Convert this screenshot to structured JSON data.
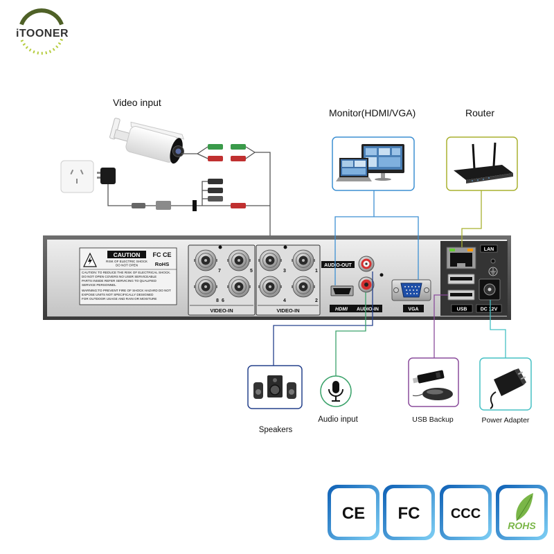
{
  "logo": {
    "text": "iTOONER"
  },
  "sections": {
    "video_input": "Video input",
    "monitor": "Monitor(HDMI/VGA)",
    "router": "Router"
  },
  "peripherals": {
    "speakers": "Speakers",
    "audio_input": "Audio input",
    "usb_backup": "USB Backup",
    "power_adapter": "Power Adapter"
  },
  "caution_label": {
    "title": "CAUTION",
    "shock_lines": [
      "RISK OF ELECTRIC SHOCK",
      "DO NOT OPEN"
    ],
    "marks": "FC CE",
    "rohs": "RoHS",
    "caution_lines": [
      "CAUTION: TO REDUCE THE RISK OF ELECTRICAL SHOCK.",
      "DO NOT OPEN COVERS NO USER SERVICEABLE",
      "PARTS INSIDE REFER SERVICING TO QUALIFIED",
      "SERVICE PERSONNEL"
    ],
    "warning_lines": [
      "WARNING:TO PREVENT FIRE OF SHOCK HAZARD DO NOT",
      "EXPOSE UNITS NOT SPECIFICALLY DESIGNED",
      "FOR OUTDOOR USAGE AND RAIN OR MOISTURE"
    ]
  },
  "video_in_left": {
    "label": "VIDEO-IN",
    "port_numbers": [
      "7",
      "5",
      "8",
      "6"
    ]
  },
  "video_in_right": {
    "label": "VIDEO-IN",
    "port_numbers": [
      "3",
      "1",
      "4",
      "2"
    ]
  },
  "ports": {
    "audio_out": "AUDIO-OUT",
    "hdmi": "HDMI",
    "audio_in": "AUDIO-IN",
    "vga": "VGA",
    "lan": "LAN",
    "usb": "USB",
    "dc": "DC 12V"
  },
  "certifications": [
    "CE",
    "FC",
    "CCC",
    "ROHS"
  ],
  "colors": {
    "monitor_link": "#3c8fd2",
    "router_link": "#a8b02e",
    "video_link": "#555555",
    "speakers_link": "#24408c",
    "audio_input_link": "#3aa26a",
    "usb_link": "#8a4b9b",
    "power_link": "#45c0c4",
    "badge_border": "#1a73c8"
  }
}
